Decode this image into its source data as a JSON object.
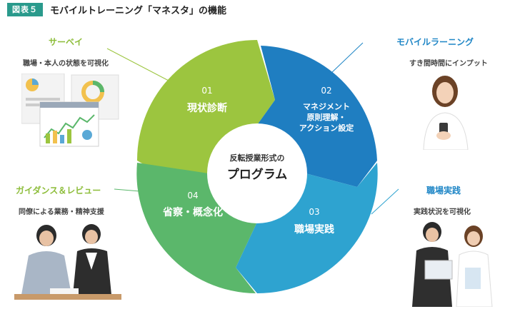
{
  "header": {
    "figure_label": "図表５",
    "title": "モバイルトレーニング「マネスタ」の機能"
  },
  "center": {
    "line1": "反転授業形式の",
    "line2": "プログラム"
  },
  "segments": [
    {
      "number": "01",
      "lines": [
        "現状診断"
      ],
      "color": "#9cc53f"
    },
    {
      "number": "02",
      "lines": [
        "マネジメント",
        "原則理解・",
        "アクション設定"
      ],
      "color": "#1f7ec1"
    },
    {
      "number": "03",
      "lines": [
        "職場実践"
      ],
      "color": "#2ea3d0"
    },
    {
      "number": "04",
      "lines": [
        "省察・概念化"
      ],
      "color": "#5bb76b"
    }
  ],
  "callouts": {
    "survey": {
      "title": "サーベイ",
      "subtitle": "職場・本人の状態を可視化"
    },
    "mobile": {
      "title": "モバイルラーニング",
      "subtitle": "すき間時間にインプット"
    },
    "guidance": {
      "title": "ガイダンス＆レビュー",
      "subtitle": "同僚による業務・精神支援"
    },
    "practice": {
      "title": "職場実践",
      "subtitle": "実践状況を可視化"
    }
  },
  "colors": {
    "accent_green": "#8dbd3a",
    "accent_blue": "#1f86c6",
    "badge": "#2a9a8c"
  }
}
